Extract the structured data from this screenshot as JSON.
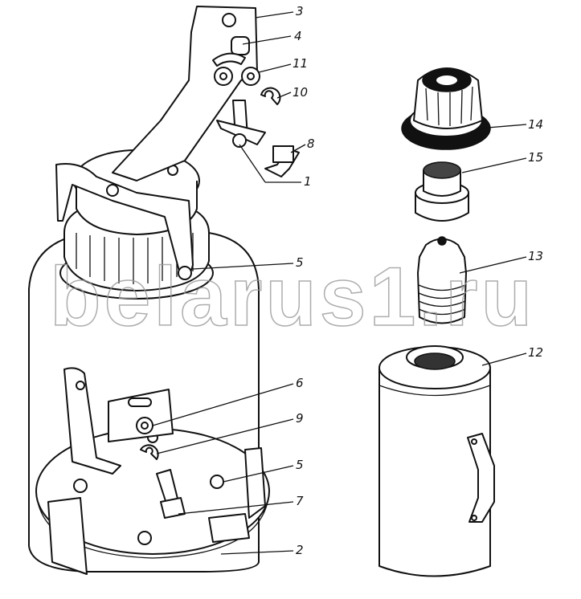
{
  "watermark": "belarus1.ru",
  "callouts": [
    {
      "id": "3",
      "text": "3"
    },
    {
      "id": "4",
      "text": "4"
    },
    {
      "id": "11",
      "text": "11"
    },
    {
      "id": "10",
      "text": "10"
    },
    {
      "id": "8",
      "text": "8"
    },
    {
      "id": "1",
      "text": "1"
    },
    {
      "id": "5a",
      "text": "5"
    },
    {
      "id": "6",
      "text": "6"
    },
    {
      "id": "9",
      "text": "9"
    },
    {
      "id": "5b",
      "text": "5"
    },
    {
      "id": "7",
      "text": "7"
    },
    {
      "id": "2",
      "text": "2"
    },
    {
      "id": "14",
      "text": "14"
    },
    {
      "id": "15",
      "text": "15"
    },
    {
      "id": "13",
      "text": "13"
    },
    {
      "id": "12",
      "text": "12"
    }
  ]
}
